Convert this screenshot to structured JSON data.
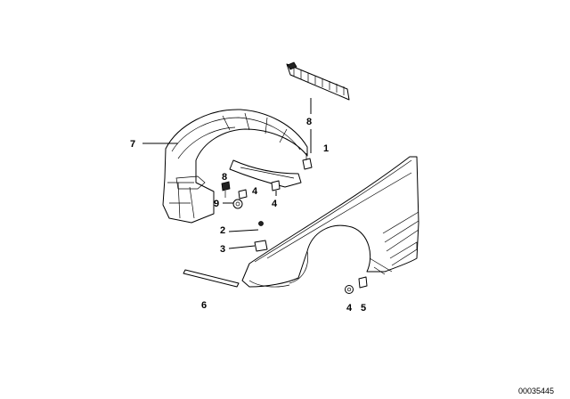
{
  "callouts": {
    "c1": "1",
    "c2": "2",
    "c3": "3",
    "c4a": "4",
    "c4b": "4",
    "c4c": "4",
    "c5": "5",
    "c6": "6",
    "c7": "7",
    "c8a": "8",
    "c8b": "8",
    "c9": "9"
  },
  "diagram_code": "00035445"
}
